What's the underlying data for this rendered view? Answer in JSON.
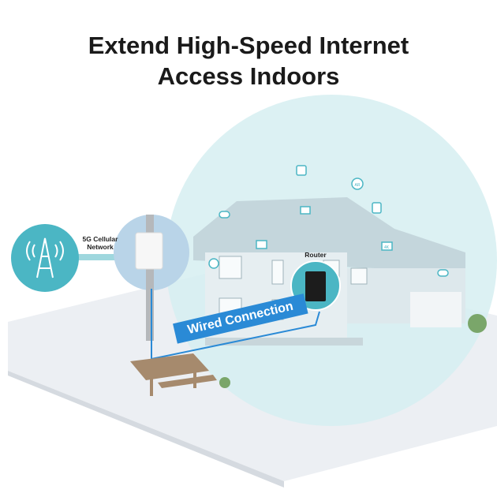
{
  "headline": {
    "line1": "Extend High-Speed Internet",
    "line2": "Access Indoors"
  },
  "labels": {
    "cellular_line1": "5G Cellular",
    "cellular_line2": "Network",
    "router": "Router",
    "wired": "Wired Connection"
  },
  "device_icons": [
    "wifi-icon",
    "ar-icon",
    "laptop-icon",
    "tablet-icon",
    "gamepad-icon",
    "monitor-icon",
    "tv-4k-icon",
    "vr-icon",
    "gamepad-icon"
  ],
  "icon_text": {
    "ar": "AR",
    "tv": "4K"
  },
  "colors": {
    "accent": "#4bb6c4",
    "wired": "#2a8ad6",
    "coverage": "#d6eff1"
  }
}
